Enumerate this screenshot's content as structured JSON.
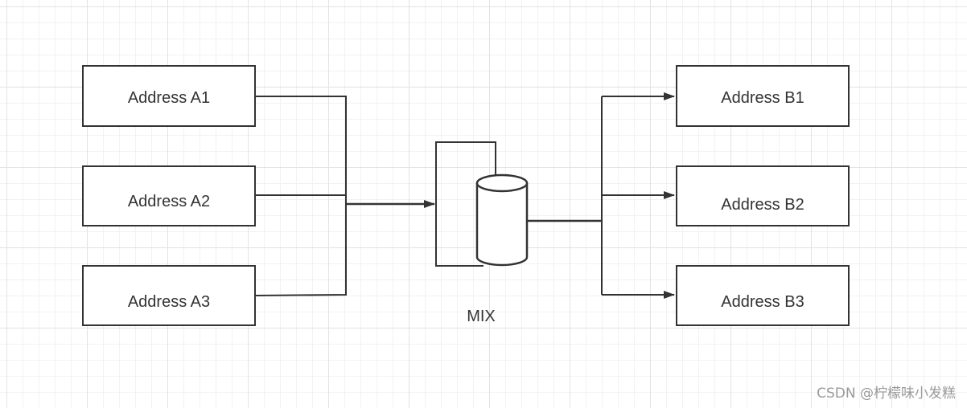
{
  "diagram": {
    "sources": [
      "Address A1",
      "Address A2",
      "Address A3"
    ],
    "targets": [
      "Address B1",
      "Address B2",
      "Address B3"
    ],
    "mixer_label": "MIX",
    "colors": {
      "stroke": "#333333",
      "text": "#333333",
      "background": "#ffffff",
      "grid": "#e3e3e3"
    }
  },
  "watermark": "CSDN @柠檬味小发糕"
}
